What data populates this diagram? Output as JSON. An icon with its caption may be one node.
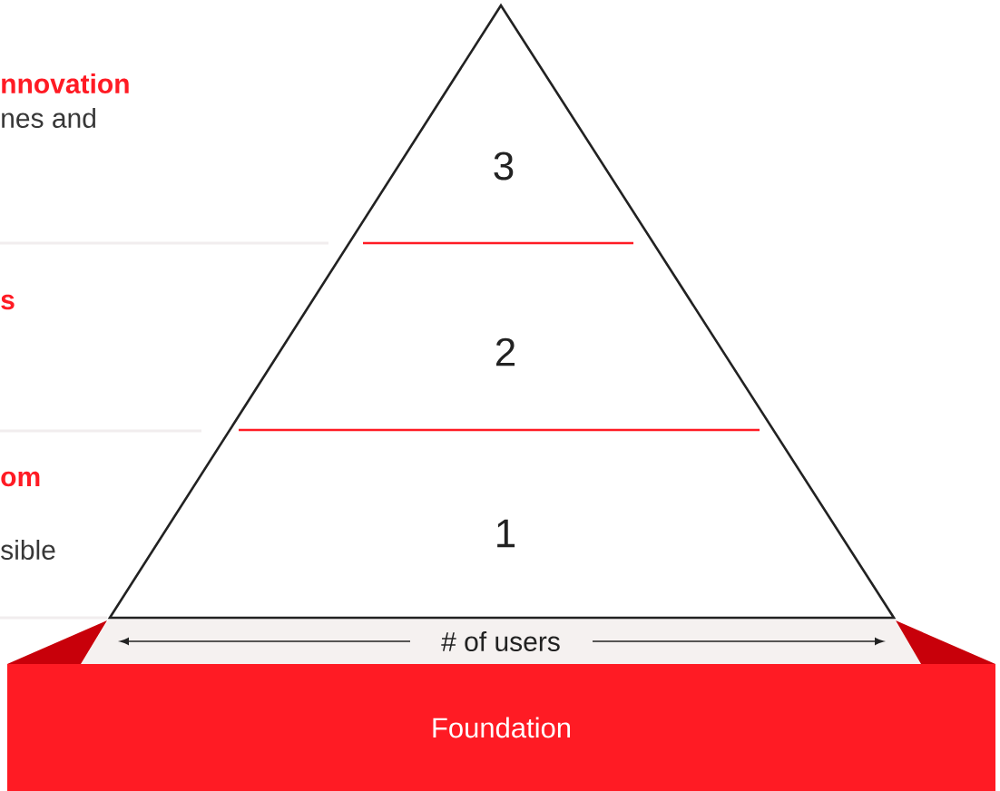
{
  "diagram": {
    "nodes": [
      {
        "text": [
          "3"
        ]
      },
      {
        "text": [
          "2"
        ]
      },
      {
        "text": [
          "1"
        ]
      },
      {
        "text": [
          "Foundation"
        ]
      }
    ],
    "labels": [
      "nnovation",
      "nes and",
      "s",
      "om",
      "sible",
      "# of users"
    ]
  }
}
